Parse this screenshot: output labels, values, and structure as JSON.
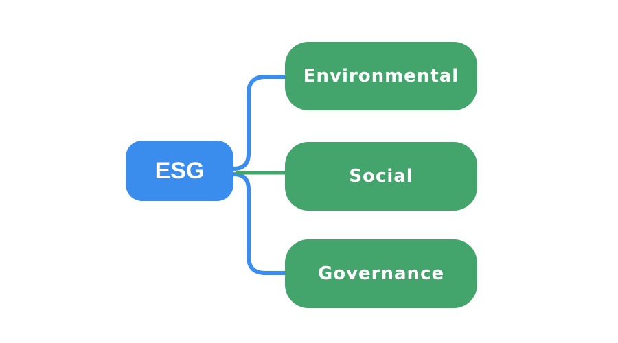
{
  "diagram": {
    "root": {
      "label": "ESG",
      "color": "#3a8ded"
    },
    "children": [
      {
        "label": "Environmental",
        "color": "#43a46c"
      },
      {
        "label": "Social",
        "color": "#43a46c"
      },
      {
        "label": "Governance",
        "color": "#43a46c"
      }
    ],
    "connector_colors": {
      "outer": "#3a8ded",
      "middle": "#43a46c"
    }
  }
}
